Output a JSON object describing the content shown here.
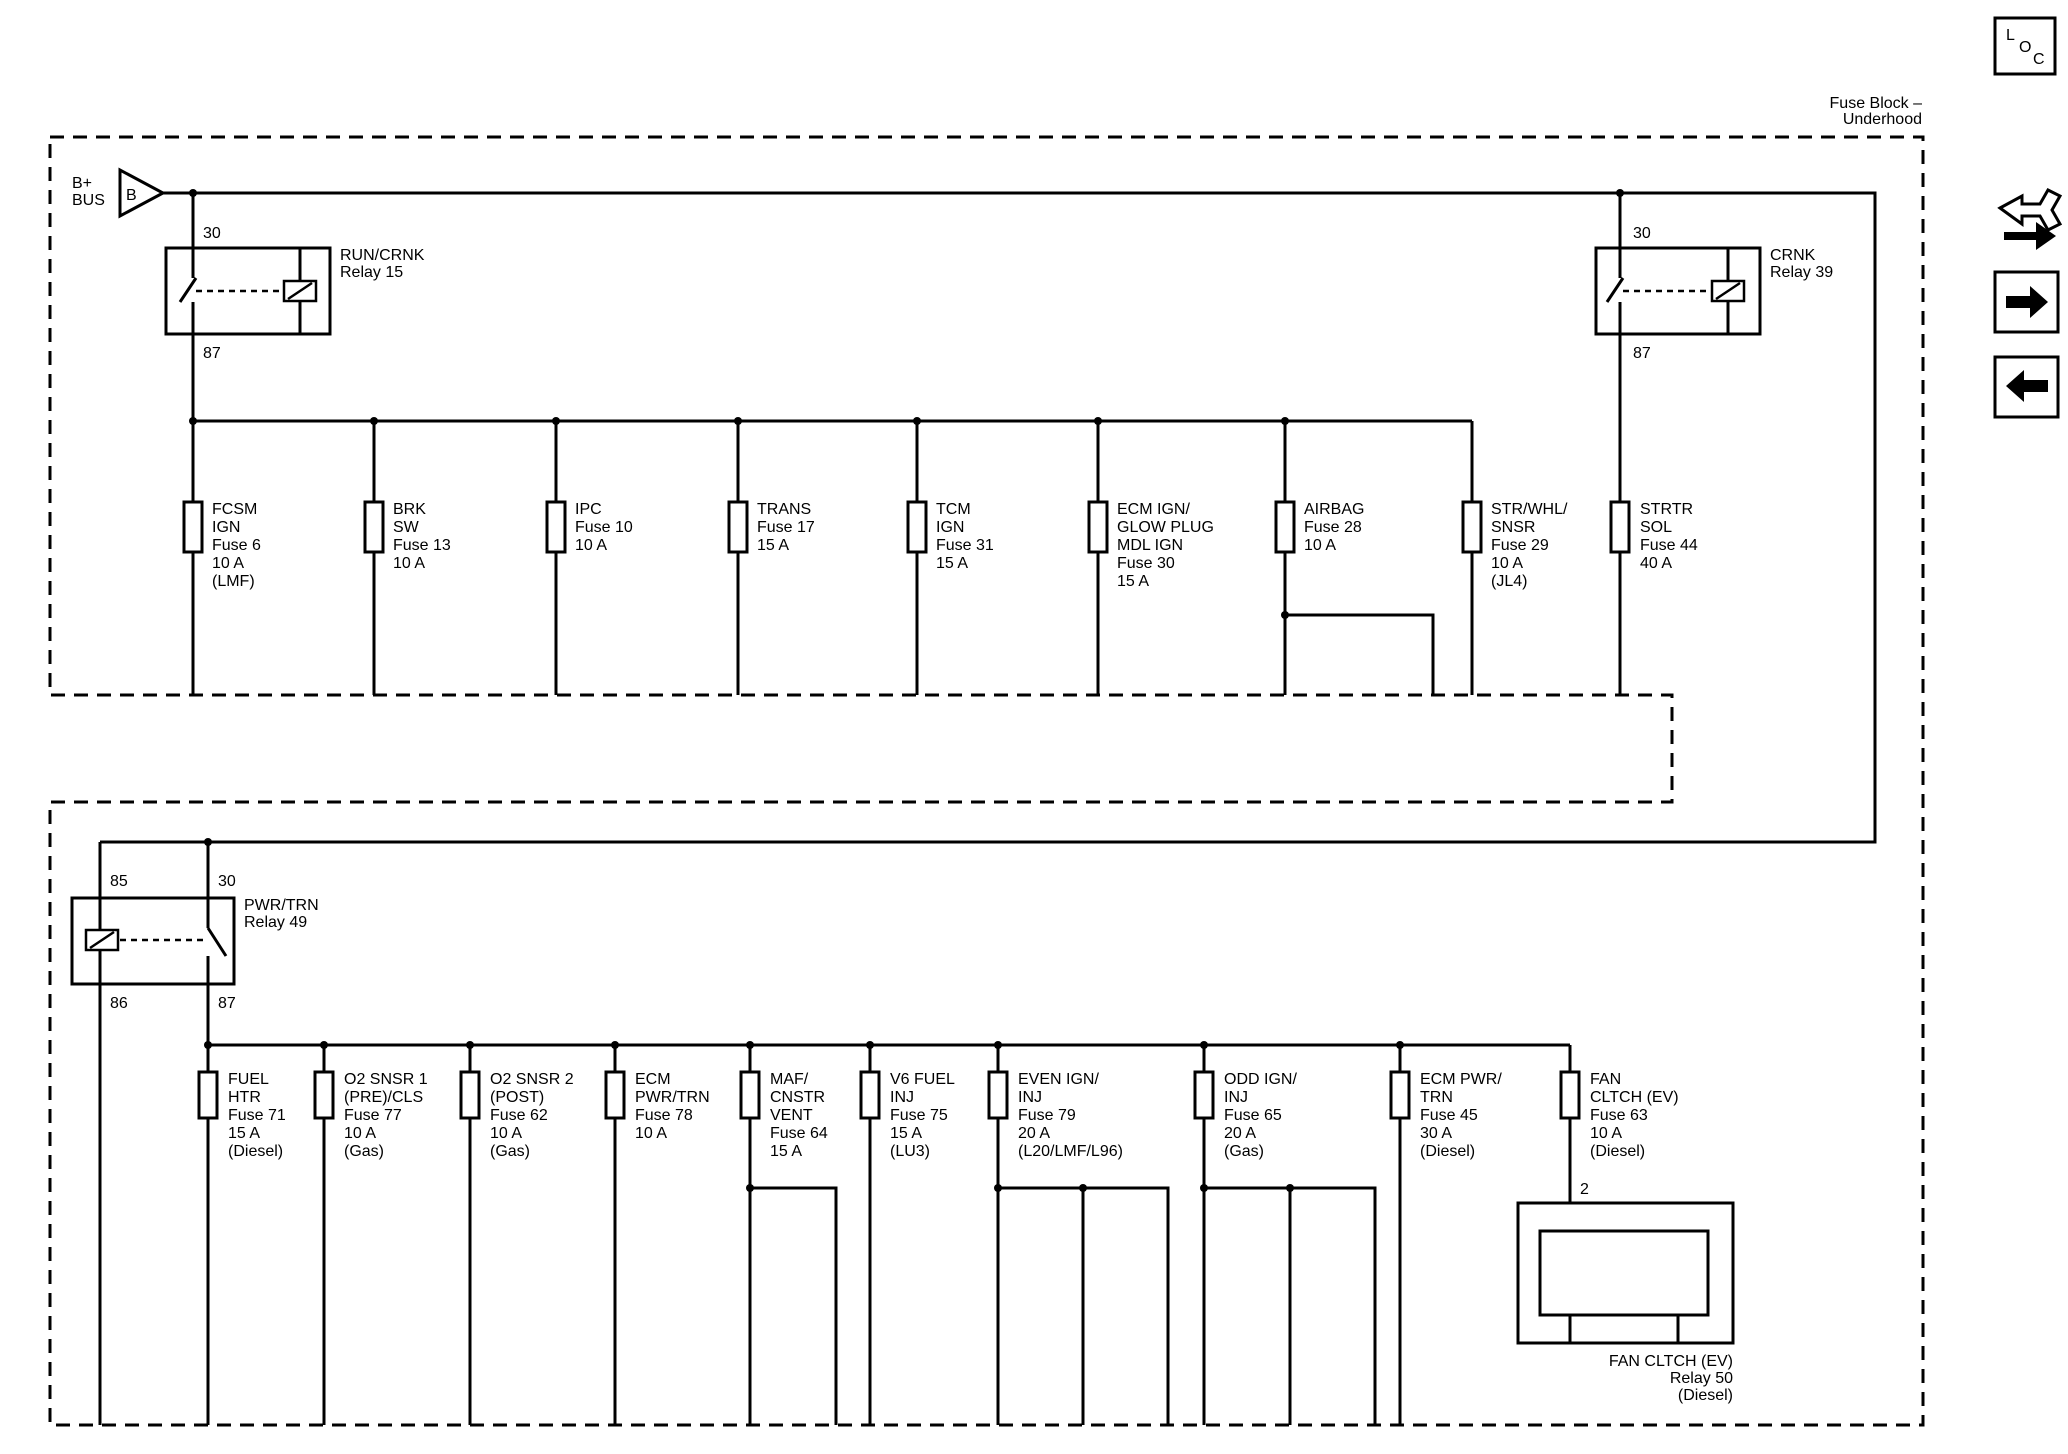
{
  "toolbar": {
    "loc_icon": "loc-icon",
    "loc_glyph_l": "L",
    "loc_glyph_o": "O",
    "loc_glyph_c": "C",
    "service_icon": "connector-wrench-icon",
    "next_icon": "arrow-right-icon",
    "prev_icon": "arrow-left-icon"
  },
  "diagram": {
    "fuse_block_title": [
      "Fuse Block –",
      "Underhood"
    ],
    "bus": {
      "label": [
        "B+",
        "BUS"
      ],
      "tag": "B"
    },
    "relays": [
      {
        "id": "run-crnk",
        "name": [
          "RUN/CRNK",
          "Relay 15"
        ],
        "pins": {
          "in": "30",
          "out": "87"
        }
      },
      {
        "id": "crnk",
        "name": [
          "CRNK",
          "Relay 39"
        ],
        "pins": {
          "in": "30",
          "out": "87"
        }
      },
      {
        "id": "pwr-trn",
        "name": [
          "PWR/TRN",
          "Relay 49"
        ],
        "pins": {
          "coil_a": "85",
          "coil_b": "86",
          "in": "30",
          "out": "87"
        }
      },
      {
        "id": "fan-clutch",
        "name": [
          "FAN CLTCH (EV)",
          "Relay 50",
          "(Diesel)"
        ],
        "pins": {
          "in": "2"
        }
      }
    ],
    "top_fuses": [
      {
        "label": [
          "FCSM",
          "IGN",
          "Fuse 6",
          "10 A",
          "(LMF)"
        ]
      },
      {
        "label": [
          "BRK",
          "SW",
          "Fuse 13",
          "10 A"
        ]
      },
      {
        "label": [
          "IPC",
          "Fuse 10",
          "10 A"
        ]
      },
      {
        "label": [
          "TRANS",
          "Fuse 17",
          "15 A"
        ]
      },
      {
        "label": [
          "TCM",
          "IGN",
          "Fuse 31",
          "15 A"
        ]
      },
      {
        "label": [
          "ECM IGN/",
          "GLOW PLUG",
          "MDL IGN",
          "Fuse 30",
          "15 A"
        ]
      },
      {
        "label": [
          "AIRBAG",
          "Fuse 28",
          "10 A"
        ]
      },
      {
        "label": [
          "STR/WHL/",
          "SNSR",
          "Fuse 29",
          "10 A",
          "(JL4)"
        ]
      },
      {
        "label": [
          "STRTR",
          "SOL",
          "Fuse 44",
          "40 A"
        ]
      }
    ],
    "bottom_fuses": [
      {
        "label": [
          "FUEL",
          "HTR",
          "Fuse 71",
          "15 A",
          "(Diesel)"
        ]
      },
      {
        "label": [
          "O2 SNSR 1",
          "(PRE)/CLS",
          "Fuse 77",
          "10 A",
          "(Gas)"
        ]
      },
      {
        "label": [
          "O2 SNSR 2",
          "(POST)",
          "Fuse 62",
          "10 A",
          "(Gas)"
        ]
      },
      {
        "label": [
          "ECM",
          "PWR/TRN",
          "Fuse 78",
          "10 A"
        ]
      },
      {
        "label": [
          "MAF/",
          "CNSTR",
          "VENT",
          "Fuse 64",
          "15 A"
        ]
      },
      {
        "label": [
          "V6 FUEL",
          "INJ",
          "Fuse 75",
          "15 A",
          "(LU3)"
        ]
      },
      {
        "label": [
          "EVEN IGN/",
          "INJ",
          "Fuse 79",
          "20 A",
          "(L20/LMF/L96)"
        ]
      },
      {
        "label": [
          "ODD IGN/",
          "INJ",
          "Fuse 65",
          "20 A",
          "(Gas)"
        ]
      },
      {
        "label": [
          "ECM PWR/",
          "TRN",
          "Fuse 45",
          "30 A",
          "(Diesel)"
        ]
      },
      {
        "label": [
          "FAN",
          "CLTCH (EV)",
          "Fuse 63",
          "10 A",
          "(Diesel)"
        ]
      }
    ]
  }
}
